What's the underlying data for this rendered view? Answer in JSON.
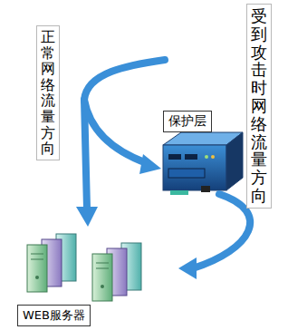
{
  "diagram": {
    "nodes": [
      {
        "text": [
          "保护层"
        ]
      },
      {
        "text": [
          "WEB服务器"
        ]
      }
    ],
    "edges": [
      {
        "from": 0,
        "to": 1,
        "arrow": "to"
      }
    ],
    "labels": [
      "正常网络流量方向",
      "受到攻击时网络流量方向"
    ]
  }
}
